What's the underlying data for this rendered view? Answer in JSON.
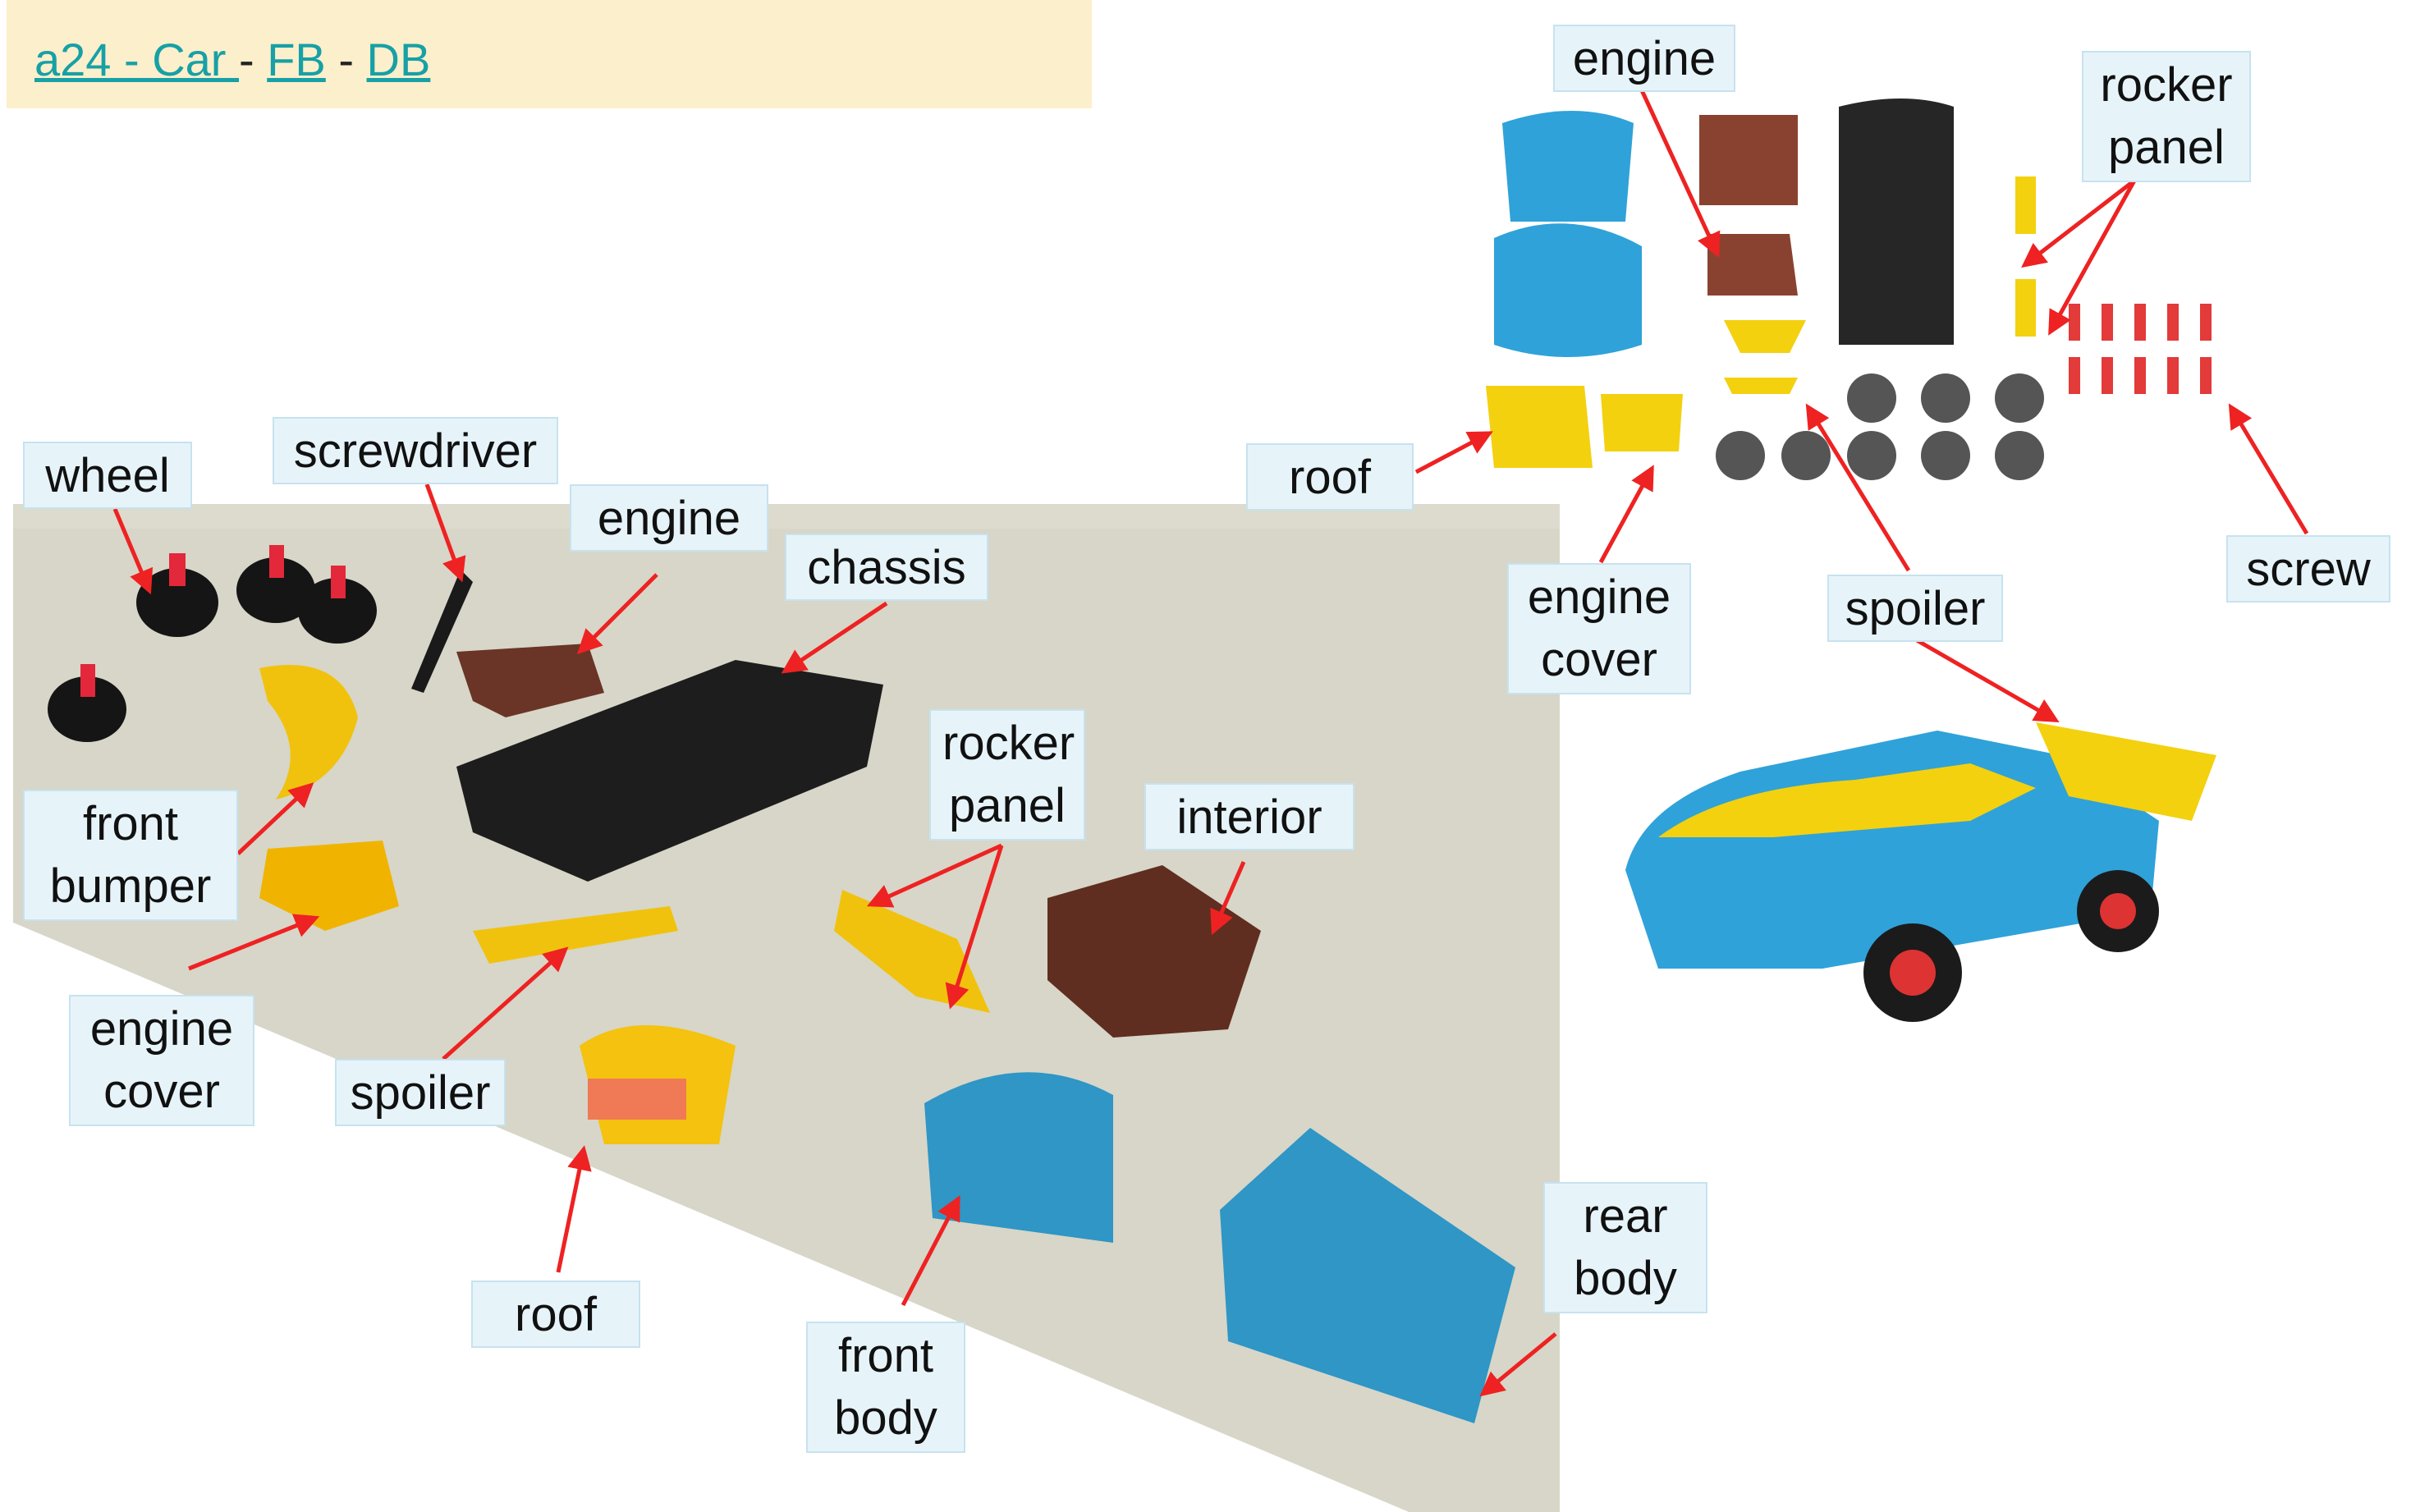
{
  "header": {
    "title_link": "a24 - Car ",
    "sep1": " - ",
    "fb_link": "FB",
    "sep2": "  - ",
    "db_link": "DB"
  },
  "left_labels": {
    "wheel": "wheel",
    "screwdriver": "screwdriver",
    "engine": "engine",
    "chassis": "chassis",
    "front_bumper_1": "front",
    "front_bumper_2": "bumper",
    "rocker_panel_1": "rocker",
    "rocker_panel_2": "panel",
    "interior": "interior",
    "engine_cover_1": "engine",
    "engine_cover_2": "cover",
    "spoiler": "spoiler",
    "roof": "roof",
    "front_body_1": "front",
    "front_body_2": "body",
    "rear_body_1": "rear",
    "rear_body_2": "body"
  },
  "right_labels": {
    "engine": "engine",
    "rocker_panel_1": "rocker",
    "rocker_panel_2": "panel",
    "roof": "roof",
    "engine_cover_1": "engine",
    "engine_cover_2": "cover",
    "spoiler": "spoiler",
    "screw": "screw"
  },
  "colors": {
    "arrow": "#ee2222",
    "label_bg": "#e6f4fa",
    "header_bg": "#fcefcb",
    "link": "#17a0a6"
  }
}
